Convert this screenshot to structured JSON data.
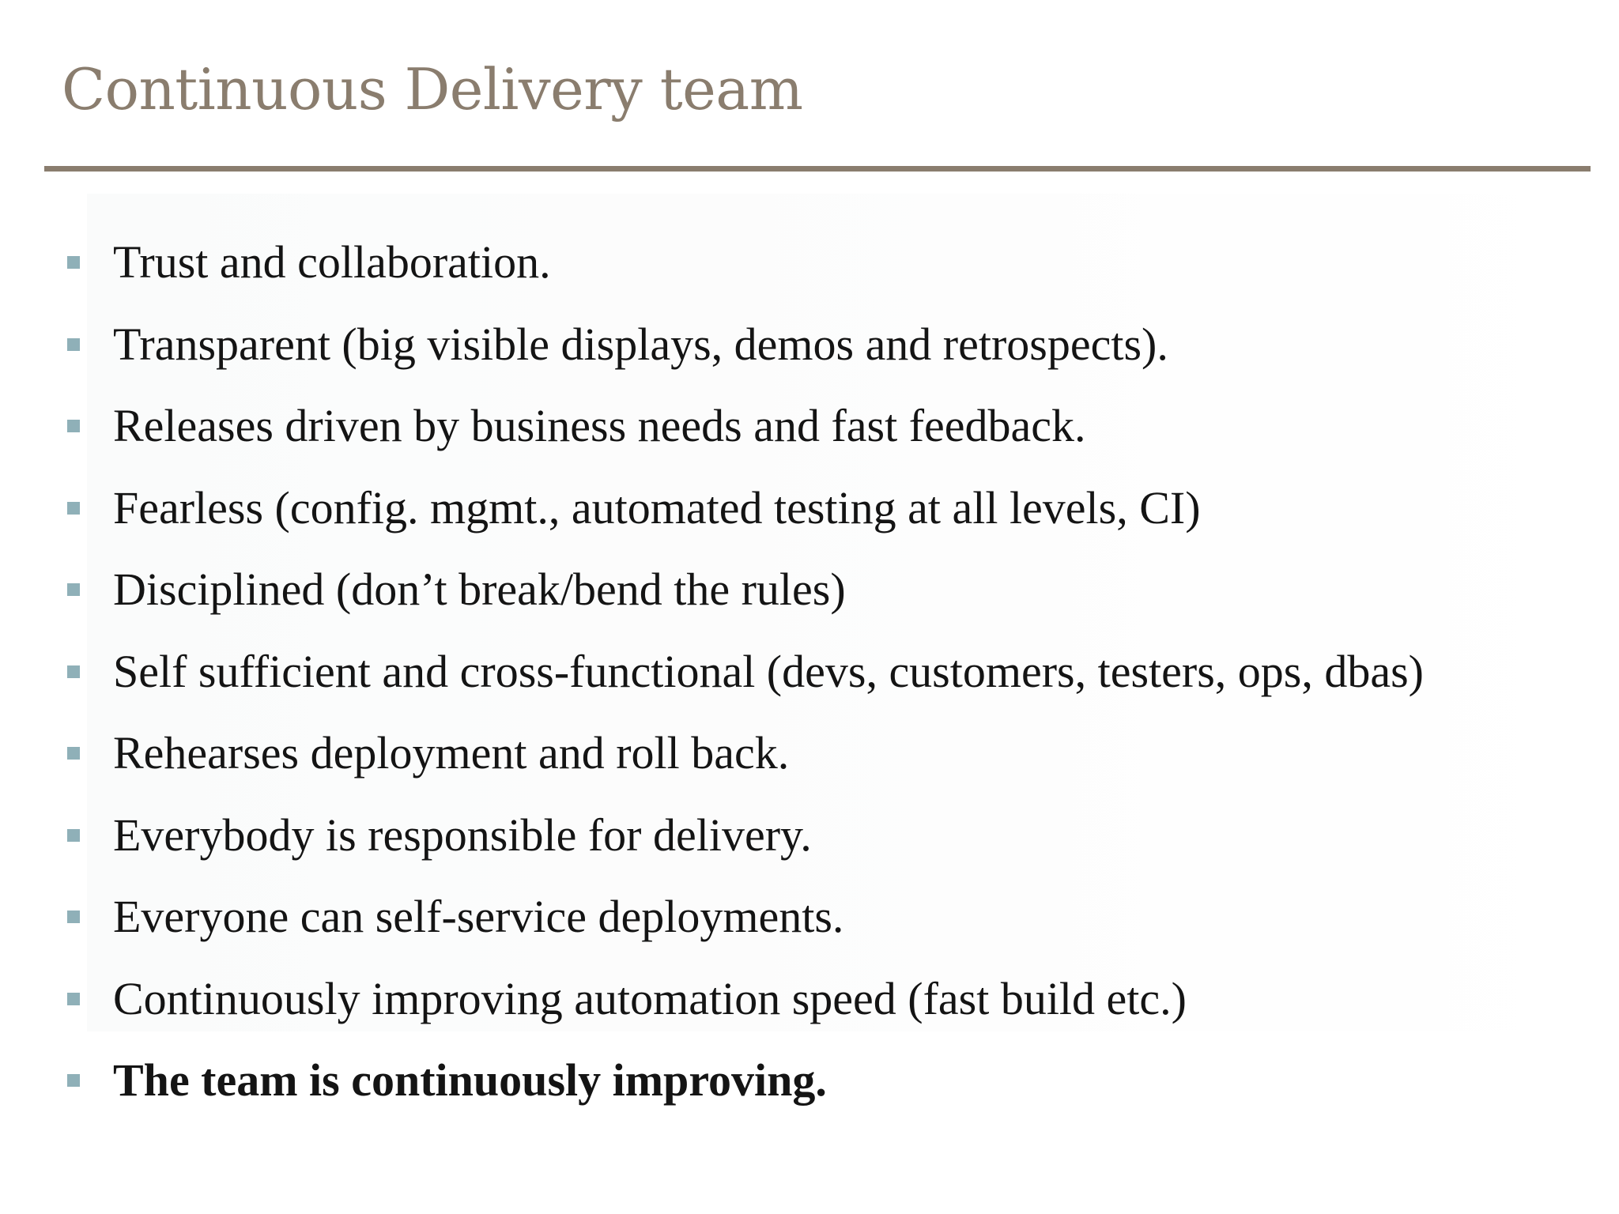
{
  "slide": {
    "title": "Continuous Delivery team",
    "bullets": [
      {
        "text": "Trust and collaboration.",
        "bold": false
      },
      {
        "text": "Transparent (big visible displays, demos and retrospects).",
        "bold": false
      },
      {
        "text": "Releases driven by business needs and fast feedback.",
        "bold": false
      },
      {
        "text": "Fearless (config. mgmt., automated testing at all levels, CI)",
        "bold": false
      },
      {
        "text": "Disciplined (don’t break/bend the rules)",
        "bold": false
      },
      {
        "text": "Self sufficient and cross-functional (devs, customers, testers, ops, dbas)",
        "bold": false
      },
      {
        "text": "Rehearses deployment and roll back.",
        "bold": false
      },
      {
        "text": "Everybody is responsible for delivery.",
        "bold": false
      },
      {
        "text": "Everyone can self-service deployments.",
        "bold": false
      },
      {
        "text": "Continuously improving automation speed (fast build etc.)",
        "bold": false
      },
      {
        "text": "The team is continuously improving.",
        "bold": true
      }
    ]
  },
  "colors": {
    "title": "#8a7d6e",
    "rule": "#8a7d6e",
    "bullet_marker": "#8fb0b8",
    "body_text": "#141414",
    "background": "#ffffff"
  },
  "icons": {
    "bullet": "square-bullet-icon"
  }
}
